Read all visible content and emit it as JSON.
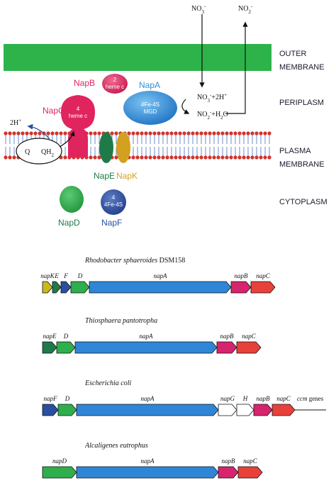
{
  "compartments": {
    "outer_membrane": [
      "OUTER",
      "MEMBRANE"
    ],
    "periplasm": "PERIPLASM",
    "plasma_membrane": [
      "PLASMA",
      "MEMBRANE"
    ],
    "cytoplasm": "CYTOPLASM"
  },
  "chemistry": {
    "nitrate_top": "NO3-",
    "nitrite_top": "NO2-",
    "reaction_in": "NO3-+2H+",
    "reaction_out": "NO2-+H2O",
    "protons": "2H+",
    "quinone": "Q",
    "quinol": "QH2"
  },
  "proteins": {
    "napA": {
      "name": "NapA",
      "inner": [
        "4Fe-4S",
        "MGD"
      ]
    },
    "napB": {
      "name": "NapB",
      "inner": [
        "2",
        "heme c"
      ]
    },
    "napC": {
      "name": "NapC",
      "inner": [
        "4",
        "heme c"
      ]
    },
    "napE": {
      "name": "NapE"
    },
    "napK": {
      "name": "NapK"
    },
    "napD": {
      "name": "NapD"
    },
    "napF": {
      "name": "NapF",
      "inner": [
        "4",
        "4Fe-4S"
      ]
    }
  },
  "colors": {
    "outer_membrane": "#2db34a",
    "napA": "#2f8fd8",
    "napB": "#e0245e",
    "napC": "#e0245e",
    "napE": "#1f7a4a",
    "napK": "#d4a020",
    "napD": "#2fb04f",
    "napF": "#2b4fa0",
    "gene_napA": "#2f86d6",
    "gene_napB": "#d6246e",
    "gene_napC": "#e8413a",
    "gene_napD": "#2fae4d",
    "gene_napE": "#1f7a4a",
    "gene_napF": "#2b4fa0",
    "gene_napK": "#c9b81e",
    "gene_other": "#ffffff"
  },
  "operons": [
    {
      "organism": "Rhodobacter sphaeroides",
      "strain": "DSM158",
      "genes": [
        {
          "label": "napK",
          "color_key": "gene_napK"
        },
        {
          "label": "E",
          "color_key": "gene_napE"
        },
        {
          "label": "F",
          "color_key": "gene_napF"
        },
        {
          "label": "D",
          "color_key": "gene_napD"
        },
        {
          "label": "napA",
          "color_key": "gene_napA"
        },
        {
          "label": "napB",
          "color_key": "gene_napB"
        },
        {
          "label": "napC",
          "color_key": "gene_napC"
        }
      ]
    },
    {
      "organism": "Thiosphaera pantotropha",
      "strain": "",
      "genes": [
        {
          "label": "napE",
          "color_key": "gene_napE"
        },
        {
          "label": "D",
          "color_key": "gene_napD"
        },
        {
          "label": "napA",
          "color_key": "gene_napA"
        },
        {
          "label": "napB",
          "color_key": "gene_napB"
        },
        {
          "label": "napC",
          "color_key": "gene_napC"
        }
      ]
    },
    {
      "organism": "Escherichia coli",
      "strain": "",
      "genes": [
        {
          "label": "napF",
          "color_key": "gene_napF"
        },
        {
          "label": "D",
          "color_key": "gene_napD"
        },
        {
          "label": "napA",
          "color_key": "gene_napA"
        },
        {
          "label": "napG",
          "color_key": "gene_other"
        },
        {
          "label": "H",
          "color_key": "gene_other"
        },
        {
          "label": "napB",
          "color_key": "gene_napB"
        },
        {
          "label": "napC",
          "color_key": "gene_napC"
        }
      ],
      "trailing": {
        "italic": "ccm",
        "plain": " genes"
      }
    },
    {
      "organism": "Alcaligenes eutrophus",
      "strain": "",
      "genes": [
        {
          "label": "napD",
          "color_key": "gene_napD"
        },
        {
          "label": "napA",
          "color_key": "gene_napA"
        },
        {
          "label": "napB",
          "color_key": "gene_napB"
        },
        {
          "label": "napC",
          "color_key": "gene_napC"
        }
      ]
    }
  ]
}
